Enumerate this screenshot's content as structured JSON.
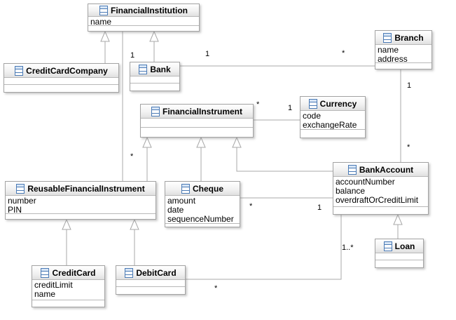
{
  "diagram": {
    "type": "uml-class-diagram",
    "classes": {
      "financialInstitution": {
        "name": "FinancialInstitution",
        "attributes": [
          "name"
        ],
        "methods": []
      },
      "branch": {
        "name": "Branch",
        "attributes": [
          "name",
          "address"
        ],
        "methods": []
      },
      "creditCardCompany": {
        "name": "CreditCardCompany",
        "attributes": [],
        "methods": []
      },
      "bank": {
        "name": "Bank",
        "attributes": [],
        "methods": []
      },
      "financialInstrument": {
        "name": "FinancialInstrument",
        "attributes": [],
        "methods": []
      },
      "currency": {
        "name": "Currency",
        "attributes": [
          "code",
          "exchangeRate"
        ],
        "methods": []
      },
      "bankAccount": {
        "name": "BankAccount",
        "attributes": [
          "accountNumber",
          "balance",
          "overdraftOrCreditLimit"
        ],
        "methods": []
      },
      "reusableFinancialInstrument": {
        "name": "ReusableFinancialInstrument",
        "attributes": [
          "number",
          "PIN"
        ],
        "methods": []
      },
      "cheque": {
        "name": "Cheque",
        "attributes": [
          "amount",
          "date",
          "sequenceNumber"
        ],
        "methods": []
      },
      "loan": {
        "name": "Loan",
        "attributes": [],
        "methods": []
      },
      "creditCard": {
        "name": "CreditCard",
        "attributes": [
          "creditLimit",
          "name"
        ],
        "methods": []
      },
      "debitCard": {
        "name": "DebitCard",
        "attributes": [],
        "methods": []
      }
    },
    "relationships": [
      {
        "type": "generalization",
        "from": "CreditCardCompany",
        "to": "FinancialInstitution"
      },
      {
        "type": "generalization",
        "from": "Bank",
        "to": "FinancialInstitution"
      },
      {
        "type": "association",
        "from": "FinancialInstitution",
        "to": "ReusableFinancialInstrument",
        "source_multiplicity": "1",
        "target_multiplicity": "*"
      },
      {
        "type": "association",
        "from": "Bank",
        "to": "Branch",
        "source_multiplicity": "1",
        "target_multiplicity": "*"
      },
      {
        "type": "association",
        "from": "FinancialInstrument",
        "to": "Currency",
        "source_multiplicity": "*",
        "target_multiplicity": "1"
      },
      {
        "type": "association",
        "from": "Branch",
        "to": "BankAccount",
        "source_multiplicity": "1",
        "target_multiplicity": "*"
      },
      {
        "type": "generalization",
        "from": "ReusableFinancialInstrument",
        "to": "FinancialInstrument"
      },
      {
        "type": "generalization",
        "from": "Cheque",
        "to": "FinancialInstrument"
      },
      {
        "type": "generalization",
        "from": "BankAccount",
        "to": "FinancialInstrument"
      },
      {
        "type": "association",
        "from": "Cheque",
        "to": "BankAccount",
        "source_multiplicity": "*",
        "target_multiplicity": "1"
      },
      {
        "type": "generalization",
        "from": "CreditCard",
        "to": "ReusableFinancialInstrument"
      },
      {
        "type": "generalization",
        "from": "DebitCard",
        "to": "ReusableFinancialInstrument"
      },
      {
        "type": "generalization",
        "from": "Loan",
        "to": "BankAccount"
      },
      {
        "type": "association",
        "from": "DebitCard",
        "to": "BankAccount",
        "source_multiplicity": "*",
        "target_multiplicity": "1..*"
      }
    ]
  },
  "colors": {
    "background": "#ffffff",
    "box_border": "#a3a3a3",
    "line": "#a8a8a8",
    "icon_blue": "#4a7ab5",
    "icon_fill": "#d8e6f6",
    "title_gradient_end": "#e0e0e0",
    "text": "#000000"
  }
}
